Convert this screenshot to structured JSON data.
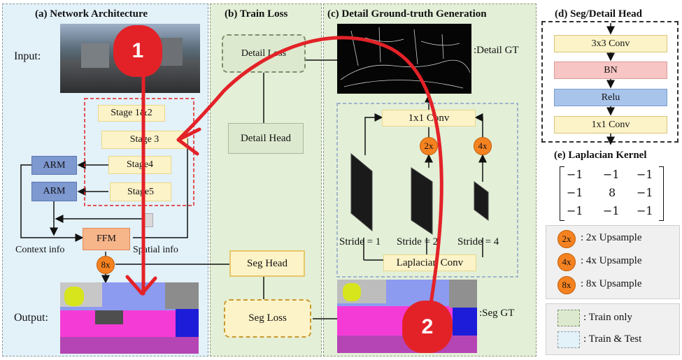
{
  "panels": {
    "a_title": "(a) Network Architecture",
    "b_title": "(b) Train Loss",
    "c_title": "(c) Detail Ground-truth Generation",
    "d_title": "(d) Seg/Detail Head",
    "e_title": "(e) Laplacian Kernel"
  },
  "arch": {
    "input_label": "Input:",
    "output_label": "Output:",
    "stages": [
      "Stage 1&2",
      "Stage 3",
      "Stage4",
      "Stage5"
    ],
    "arm_label": "ARM",
    "ffm_label": "FFM",
    "context_info": "Context info",
    "spatial_info": "Spatial info",
    "upsample_8x": "8x"
  },
  "loss": {
    "detail_loss": "Detail Loss",
    "detail_head": "Detail Head",
    "seg_head": "Seg Head",
    "seg_loss": "Seg Loss"
  },
  "detail_gt": {
    "detail_gt_label": ":Detail GT",
    "seg_gt_label": ":Seg GT",
    "conv1x1": "1x1 Conv",
    "laplacian_conv": "Laplacian Conv",
    "stride1": "Stride = 1",
    "stride2": "Stride = 2",
    "stride4": "Stride = 4",
    "up2x": "2x",
    "up4x": "4x"
  },
  "head": {
    "layers": [
      "3x3 Conv",
      "BN",
      "Relu",
      "1x1 Conv"
    ],
    "layer_colors": [
      "#fdf3c8",
      "#f7c6c4",
      "#a9c4ea",
      "#fdf3c8"
    ]
  },
  "kernel": {
    "rows": [
      [
        "−1",
        "−1",
        "−1"
      ],
      [
        "−1",
        "8",
        "−1"
      ],
      [
        "−1",
        "−1",
        "−1"
      ]
    ]
  },
  "legend": {
    "up2": "2x",
    "up2_text": ": 2x Upsample",
    "up4": "4x",
    "up4_text": ": 4x Upsample",
    "up8": "8x",
    "up8_text": ": 8x Upsample",
    "train_only": ": Train only",
    "train_test": ": Train & Test"
  },
  "markers": {
    "m1": "1",
    "m2": "2"
  }
}
